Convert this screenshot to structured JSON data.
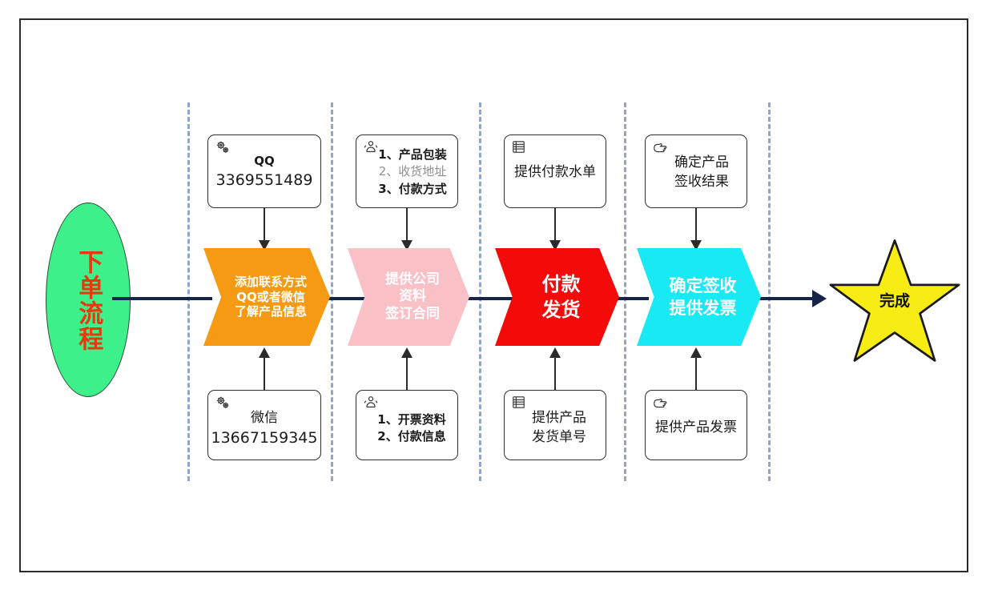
{
  "diagram": {
    "title": "下单流程",
    "start": {
      "label": "下单流程",
      "shape": "ellipse",
      "fill": "#3ef08a",
      "text_color": "#e8380d"
    },
    "end": {
      "label": "完成",
      "shape": "star",
      "fill": "#f8ec15",
      "text_color": "#111111"
    },
    "flow_line_color": "#16244a",
    "lane_divider_color": "#93a7c4",
    "stages": [
      {
        "id": "stage-1",
        "chevron": {
          "lines": [
            "添加联系方式",
            "QQ或者微信",
            "了解产品信息"
          ],
          "fill": "#f59a12",
          "text_color": "#ffffff",
          "font_size": "15px"
        },
        "note_top": {
          "icon": "gears-icon",
          "lines": [
            {
              "text": "QQ",
              "style": "bold"
            },
            {
              "text": "3369551489",
              "style": "normal"
            }
          ]
        },
        "note_bottom": {
          "icon": "gears-icon",
          "lines": [
            {
              "text": "微信",
              "style": "normal"
            },
            {
              "text": "13667159345",
              "style": "normal"
            }
          ]
        }
      },
      {
        "id": "stage-2",
        "chevron": {
          "lines": [
            "提供公司",
            "资料",
            "签订合同"
          ],
          "fill": "#f9c0c6",
          "text_color": "#ffffff",
          "font_size": "17px"
        },
        "note_top": {
          "icon": "person-podium-icon",
          "lines": [
            {
              "text": "1、产品包装",
              "style": "bold"
            },
            {
              "text": "2、收货地址",
              "style": "muted"
            },
            {
              "text": "3、付款方式",
              "style": "bold"
            }
          ]
        },
        "note_bottom": {
          "icon": "person-podium-icon",
          "lines": [
            {
              "text": "1、开票资料",
              "style": "bold"
            },
            {
              "text": "2、付款信息",
              "style": "bold"
            }
          ]
        }
      },
      {
        "id": "stage-3",
        "chevron": {
          "lines": [
            "付款",
            "发货"
          ],
          "fill": "#f50a0a",
          "text_color": "#ffffff",
          "font_size": "24px"
        },
        "note_top": {
          "icon": "document-list-icon",
          "lines": [
            {
              "text": "提供付款水单",
              "style": "normal"
            }
          ]
        },
        "note_bottom": {
          "icon": "document-list-icon",
          "lines": [
            {
              "text": "提供产品",
              "style": "normal"
            },
            {
              "text": "发货单号",
              "style": "normal"
            }
          ]
        }
      },
      {
        "id": "stage-4",
        "chevron": {
          "lines": [
            "确定签收",
            "提供发票"
          ],
          "fill": "#18e9f2",
          "text_color": "#ffffff",
          "font_size": "21px"
        },
        "note_top": {
          "icon": "pointing-hand-icon",
          "lines": [
            {
              "text": "确定产品",
              "style": "normal"
            },
            {
              "text": "签收结果",
              "style": "normal"
            }
          ]
        },
        "note_bottom": {
          "icon": "pointing-hand-icon",
          "lines": [
            {
              "text": "提供产品发票",
              "style": "normal"
            }
          ]
        }
      }
    ]
  }
}
